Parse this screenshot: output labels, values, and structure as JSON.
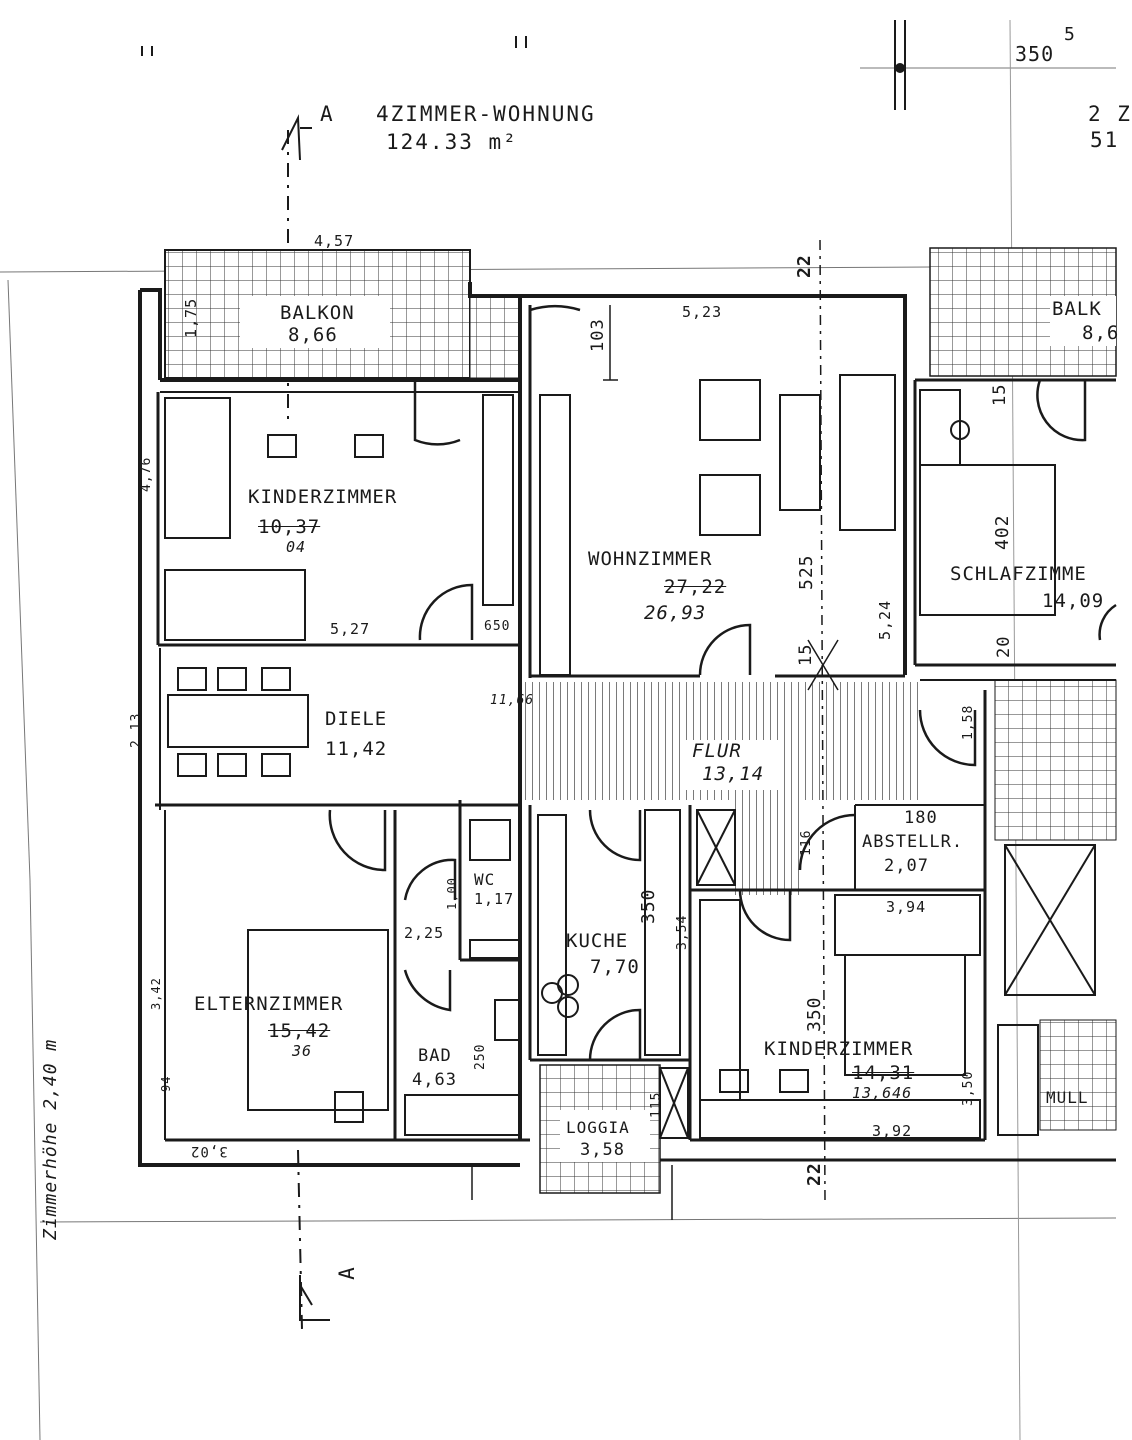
{
  "header": {
    "title": "4ZIMMER-WOHNUNG",
    "area": "124.33 m²",
    "right_title": "2 Z",
    "right_area": "51",
    "section_mark": "A",
    "dim_350": "350",
    "dim_5": "5"
  },
  "side_note": "Zimmerhöhe 2,40 m",
  "rooms": {
    "balkon": {
      "name": "BALKON",
      "area": "8,66"
    },
    "balkon_right": {
      "name": "BALK",
      "area": "8,6"
    },
    "kinderzimmer_1": {
      "name": "KINDERZIMMER",
      "area": "10,37",
      "corrected": "04"
    },
    "wohnzimmer": {
      "name": "WOHNZIMMER",
      "area": "27,22",
      "corrected": "26,93"
    },
    "schlafzimmer": {
      "name": "SCHLAFZIMME",
      "area": "14,09"
    },
    "diele": {
      "name": "DIELE",
      "area": "11,42"
    },
    "flur": {
      "name": "FLUR",
      "area": "13,14"
    },
    "abstellr": {
      "name": "ABSTELLR.",
      "area": "2,07"
    },
    "wc": {
      "name": "WC",
      "area": "1,17"
    },
    "kuche": {
      "name": "KUCHE",
      "area": "7,70"
    },
    "elternzimmer": {
      "name": "ELTERNZIMMER",
      "area": "15,42",
      "corrected": "36"
    },
    "bad": {
      "name": "BAD",
      "area": "4,63"
    },
    "loggia": {
      "name": "LOGGIA",
      "area": "3,58"
    },
    "kinderzimmer_2": {
      "name": "KINDERZIMMER",
      "area": "14,31",
      "corrected": "13,646"
    },
    "mull": {
      "name": "MULL"
    }
  },
  "dimensions": {
    "d_457": "4,57",
    "d_175": "1,75",
    "d_523": "5,23",
    "d_103": "103",
    "d_22_top": "22",
    "d_22_bottom": "22",
    "d_15a": "15",
    "d_15b": "15",
    "d_402": "402",
    "d_20": "20",
    "d_525": "525",
    "d_524": "5,24",
    "d_527": "5,27",
    "d_650": "650",
    "d_76": "4,76",
    "d_213": "2,13",
    "d_1166": "11,66",
    "d_180": "180",
    "d_116": "116",
    "d_158": "1,58",
    "d_394": "3,94",
    "d_350_kuche": "350",
    "d_354": "3,54",
    "d_350_kind": "350",
    "d_350_right": "3,50",
    "d_392": "3,92",
    "d_100": "1,00",
    "d_225": "2,25",
    "d_250": "250",
    "d_115": "115",
    "d_302": "3,02",
    "d_94": "94",
    "d_342": "3,42"
  }
}
